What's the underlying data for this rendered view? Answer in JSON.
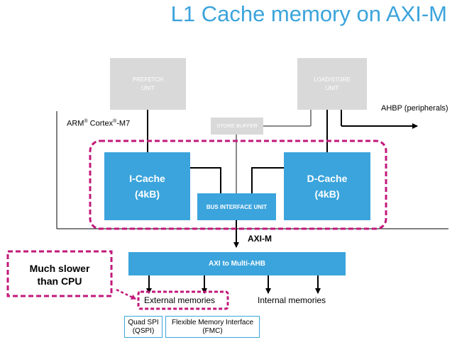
{
  "title": "L1 Cache memory on AXI-M",
  "blocks": {
    "prefetch": [
      "PREFETCH",
      "UNIT"
    ],
    "loadstore": [
      "LOAD/STORE",
      "UNIT"
    ],
    "store_buffer": "STORE BUFFER",
    "icache": [
      "I-Cache",
      "(4kB)"
    ],
    "dcache": [
      "D-Cache",
      "(4kB)"
    ],
    "biu": "BUS INTERFACE UNIT",
    "axi_ahb": "AXI to Multi-AHB"
  },
  "labels": {
    "cortex_prefix": "ARM",
    "cortex_reg": "®",
    "cortex_mid": " Cortex",
    "cortex_suffix": "-M7",
    "ahbp": "AHBP (peripherals)",
    "axim": "AXI-M",
    "external_memories": "External memories",
    "internal_memories": "Internal memories"
  },
  "callout": [
    "Much slower",
    "than CPU"
  ],
  "memories": {
    "qspi": [
      "Quad SPI",
      "(QSPI)"
    ],
    "fmc": [
      "Flexible Memory Interface",
      "(FMC)"
    ]
  },
  "colors": {
    "title": "#3ba4dc",
    "block_blue": "#3ba4dc",
    "block_gray": "#d9d9d9",
    "dash_magenta": "#c2187a",
    "line": "#000000"
  }
}
